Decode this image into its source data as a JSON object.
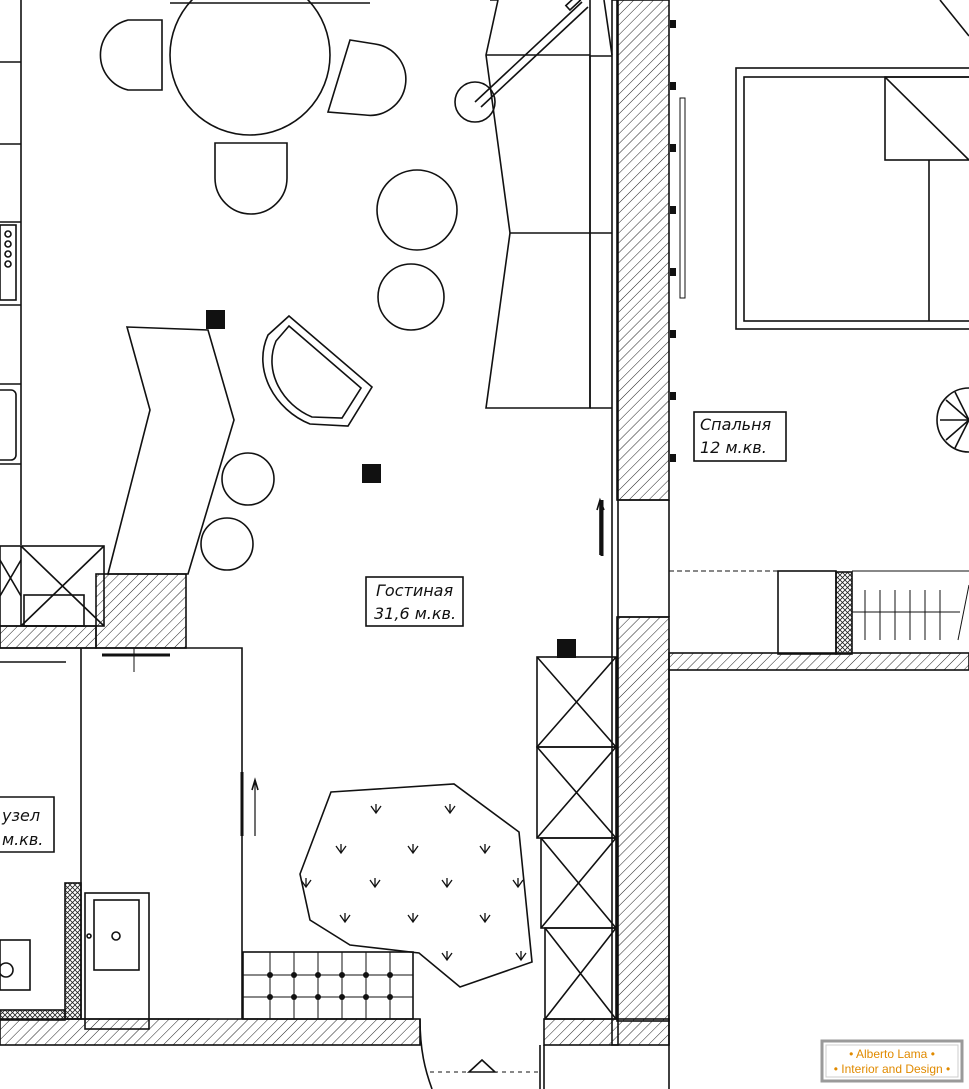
{
  "rooms": {
    "living": {
      "name": "Гостиная",
      "area": "31,6 м.кв."
    },
    "bedroom": {
      "name": "Спальня",
      "area": "12 м.кв."
    },
    "bathroom": {
      "name": "узел",
      "area": "м.кв."
    }
  },
  "watermark": {
    "line1": "• Alberto Lama •",
    "line2": "• Interior and Design •"
  },
  "colors": {
    "line": "#111111",
    "watermark": "#e08a00"
  }
}
